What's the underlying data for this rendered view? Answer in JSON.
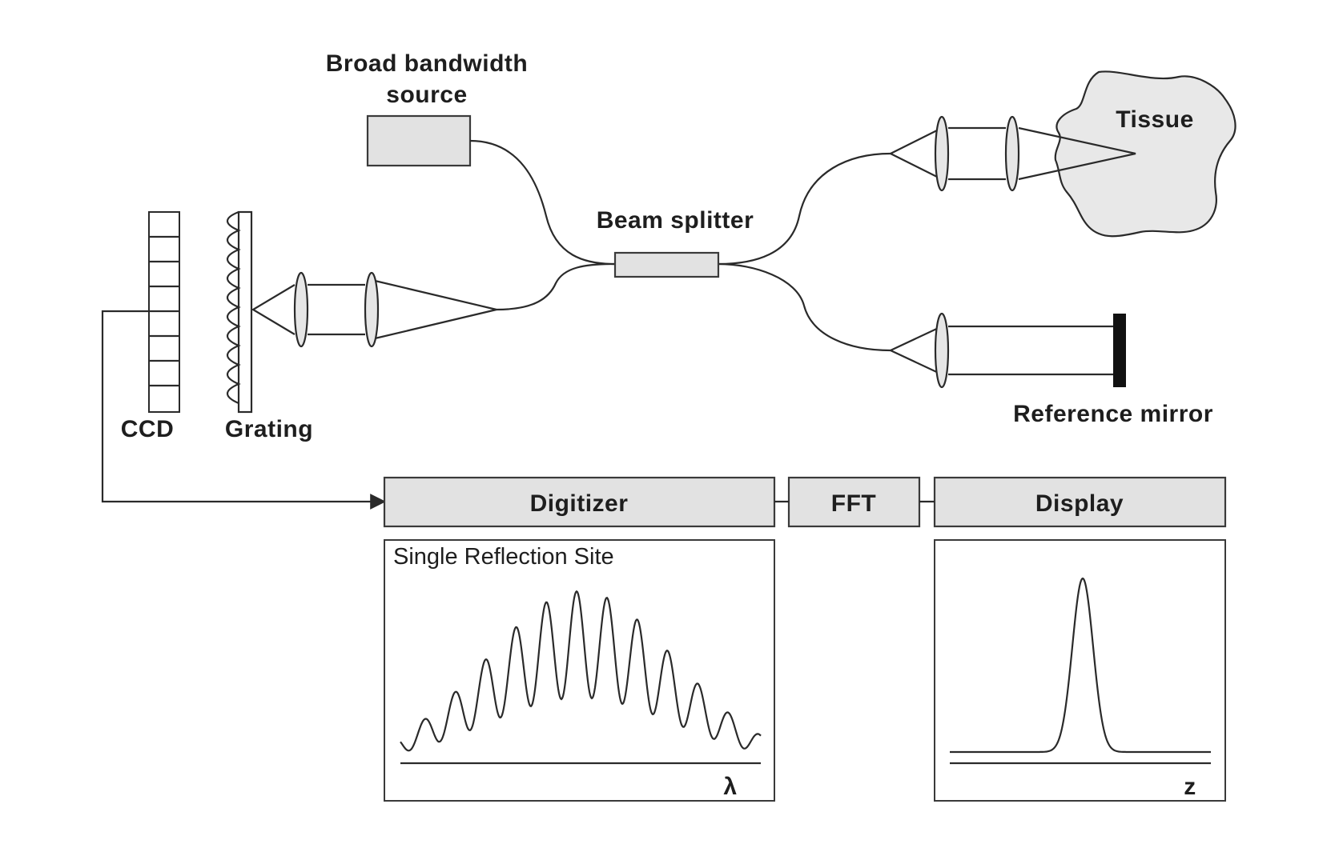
{
  "labels": {
    "source_line1": "Broad bandwidth",
    "source_line2": "source",
    "beam_splitter": "Beam splitter",
    "tissue": "Tissue",
    "reference_mirror": "Reference mirror",
    "ccd": "CCD",
    "grating": "Grating",
    "digitizer": "Digitizer",
    "fft": "FFT",
    "display": "Display",
    "spectrum_title": "Single Reflection Site",
    "spectrum_axis": "λ",
    "depth_axis": "z"
  },
  "colors": {
    "stroke": "#2a2a2a",
    "box_fill": "#e2e2e2",
    "tissue_fill": "#e8e8e8",
    "mirror": "#111111"
  }
}
